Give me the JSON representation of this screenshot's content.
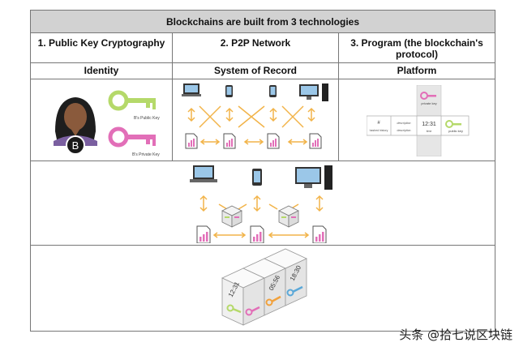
{
  "title": "Blockchains are built from 3 technologies",
  "columns": [
    {
      "header": "1. Public Key Cryptography",
      "subheader": "Identity"
    },
    {
      "header": "2. P2P Network",
      "subheader": "System of Record"
    },
    {
      "header": "3. Program (the blockchain's protocol)",
      "subheader": "Platform"
    }
  ],
  "identity": {
    "avatar_letter": "B",
    "public_key_label": "B's Public Key",
    "private_key_label": "B's Private Key"
  },
  "platform": {
    "private_key_label": "private key",
    "public_key_label": "public key",
    "cells": [
      {
        "top": "#",
        "bottom": "hashed history"
      },
      {
        "top": "description",
        "bottom": "description"
      },
      {
        "top": "12:31",
        "bottom": "time"
      }
    ]
  },
  "cubes": {
    "times": [
      "12:31",
      "05:56",
      "18:30"
    ]
  },
  "watermark": "头条 @拾七说区块链",
  "colors": {
    "public_key": "#b5d96a",
    "private_key": "#e26fb8",
    "arrow": "#f2b44a",
    "key_orange": "#f1a13c",
    "key_blue": "#5aa8d8"
  }
}
